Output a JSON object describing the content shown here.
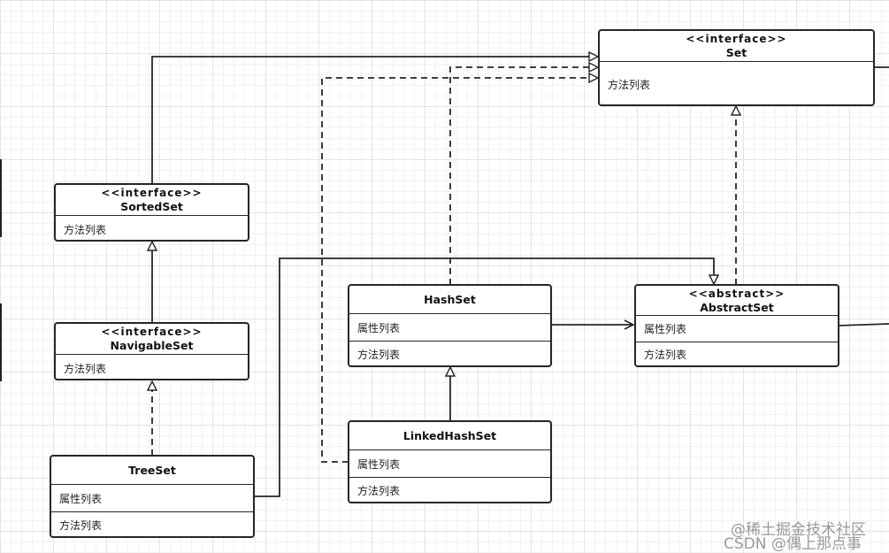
{
  "classes": {
    "set": {
      "stereotype": "<<interface>>",
      "name": "Set",
      "methods": "方法列表"
    },
    "sortedset": {
      "stereotype": "<<interface>>",
      "name": "SortedSet",
      "methods": "方法列表"
    },
    "navigableset": {
      "stereotype": "<<interface>>",
      "name": "NavigableSet",
      "methods": "方法列表"
    },
    "treeset": {
      "name": "TreeSet",
      "attributes": "属性列表",
      "methods": "方法列表"
    },
    "hashset": {
      "name": "HashSet",
      "attributes": "属性列表",
      "methods": "方法列表"
    },
    "abstractset": {
      "stereotype": "<<abstract>>",
      "name": "AbstractSet",
      "attributes": "属性列表",
      "methods": "方法列表"
    },
    "linkedhashset": {
      "name": "LinkedHashSet",
      "attributes": "属性列表",
      "methods": "方法列表"
    }
  },
  "watermark": {
    "line1": "@稀土掘金技术社区",
    "line2": "CSDN @偶上那点事"
  },
  "colors": {
    "line": "#262626",
    "grid": "#e3e3e3"
  }
}
